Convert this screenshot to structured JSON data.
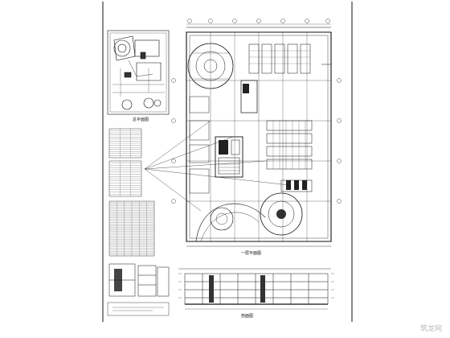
{
  "drawing": {
    "main_plan_caption": "一层平面图",
    "section_caption": "剖面图",
    "inset_plan_caption": "总平面图",
    "watermark": "筑龙网"
  },
  "colors": {
    "ink": "#111111",
    "paper": "#ffffff"
  },
  "tables": [
    {
      "name": "schedule-a",
      "rows": 14,
      "cols": 3
    },
    {
      "name": "schedule-b",
      "rows": 16,
      "cols": 3
    },
    {
      "name": "schedule-c",
      "rows": 36,
      "cols": 6
    }
  ]
}
